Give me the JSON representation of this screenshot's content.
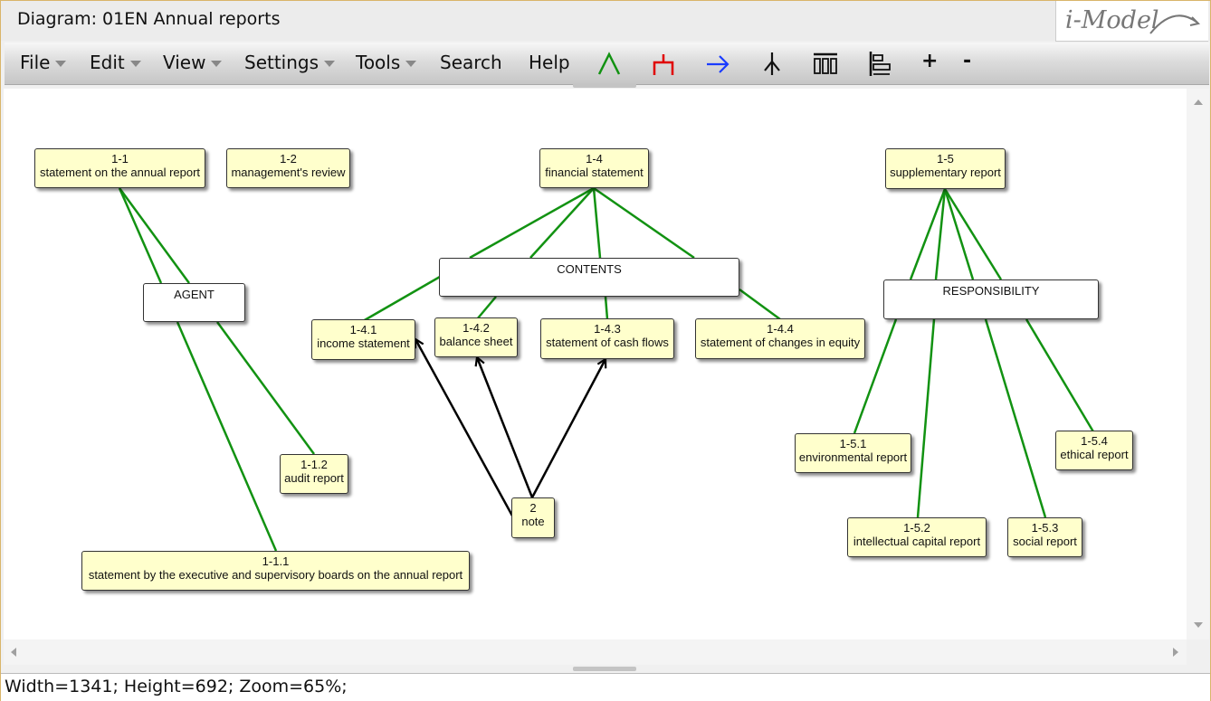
{
  "window": {
    "title": "Diagram: 01EN Annual reports",
    "logo_text": "i-Model"
  },
  "menu": {
    "file": "File",
    "edit": "Edit",
    "view": "View",
    "settings": "Settings",
    "tools": "Tools",
    "search": "Search",
    "help": "Help",
    "zoom_in": "+",
    "zoom_out": "-"
  },
  "toolbar_icons": [
    "tree-up-icon",
    "org-chart-icon",
    "arrow-right-icon",
    "tree-down-icon",
    "columns-icon",
    "align-left-icon"
  ],
  "colors": {
    "link_green": "#129212",
    "arrow_black": "#000000",
    "node_yellow": "#ffffcc",
    "org_red": "#e00000",
    "arrow_blue": "#1a3cff"
  },
  "nodes": {
    "n1_1": {
      "id": "1-1",
      "label": "statement on the annual report"
    },
    "n1_2": {
      "id": "1-2",
      "label": "management's review"
    },
    "n1_4": {
      "id": "1-4",
      "label": "financial statement"
    },
    "n1_5": {
      "id": "1-5",
      "label": "supplementary report"
    },
    "agent": {
      "label": "AGENT"
    },
    "contents": {
      "label": "CONTENTS"
    },
    "responsibility": {
      "label": "RESPONSIBILITY"
    },
    "n1_4_1": {
      "id": "1-4.1",
      "label": "income statement"
    },
    "n1_4_2": {
      "id": "1-4.2",
      "label": "balance sheet"
    },
    "n1_4_3": {
      "id": "1-4.3",
      "label": "statement of cash flows"
    },
    "n1_4_4": {
      "id": "1-4.4",
      "label": "statement of changes in equity"
    },
    "n1_1_2": {
      "id": "1-1.2",
      "label": "audit report"
    },
    "n1_1_1": {
      "id": "1-1.1",
      "label": "statement by the executive and supervisory boards on the annual report"
    },
    "n2": {
      "id": "2",
      "label": "note"
    },
    "n1_5_1": {
      "id": "1-5.1",
      "label": "environmental report"
    },
    "n1_5_2": {
      "id": "1-5.2",
      "label": "intellectual capital report"
    },
    "n1_5_3": {
      "id": "1-5.3",
      "label": "social report"
    },
    "n1_5_4": {
      "id": "1-5.4",
      "label": "ethical report"
    }
  },
  "status": {
    "text": "Width=1341; Height=692; Zoom=65%;"
  }
}
